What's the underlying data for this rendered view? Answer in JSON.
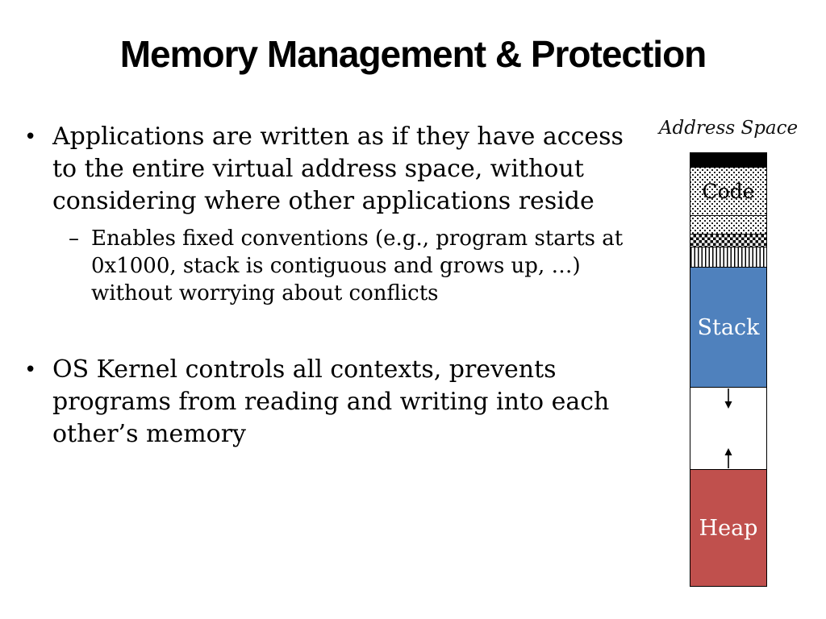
{
  "slide": {
    "title": "Memory Management & Protection",
    "bullet_marker": "•",
    "sub_marker": "–",
    "bullets": [
      {
        "text": "Applications are written as if they have access to the entire virtual address space, without considering where other applications reside",
        "sub": [
          "Enables fixed conventions (e.g., program starts at 0x1000, stack is contiguous and grows up, …) without worrying about conflicts"
        ]
      },
      {
        "text": "OS Kernel controls all contexts, prevents programs from reading and writing into each other’s memory",
        "sub": []
      }
    ]
  },
  "diagram": {
    "title": "Address Space",
    "segments": [
      {
        "id": "reserved-top",
        "label": "",
        "fill": "solid-black"
      },
      {
        "id": "code",
        "label": "Code",
        "fill": "dots"
      },
      {
        "id": "reserved-dots",
        "label": "",
        "fill": "dots"
      },
      {
        "id": "reserved-checker",
        "label": "",
        "fill": "checker"
      },
      {
        "id": "reserved-stripes",
        "label": "",
        "fill": "vertical-stripes"
      },
      {
        "id": "stack",
        "label": "Stack",
        "fill": "#4F81BD",
        "text_color": "#FFFFFF"
      },
      {
        "id": "growth-gap",
        "label": "",
        "fill": "#FFFFFF",
        "icons": [
          "stack-grows-down-arrow",
          "heap-grows-up-arrow"
        ]
      },
      {
        "id": "heap",
        "label": "Heap",
        "fill": "#C0504D",
        "text_color": "#FFFFFF"
      }
    ],
    "colors": {
      "stack_blue": "#4F81BD",
      "heap_red": "#C0504D",
      "reserved_black": "#000000",
      "outline": "#000000"
    }
  }
}
